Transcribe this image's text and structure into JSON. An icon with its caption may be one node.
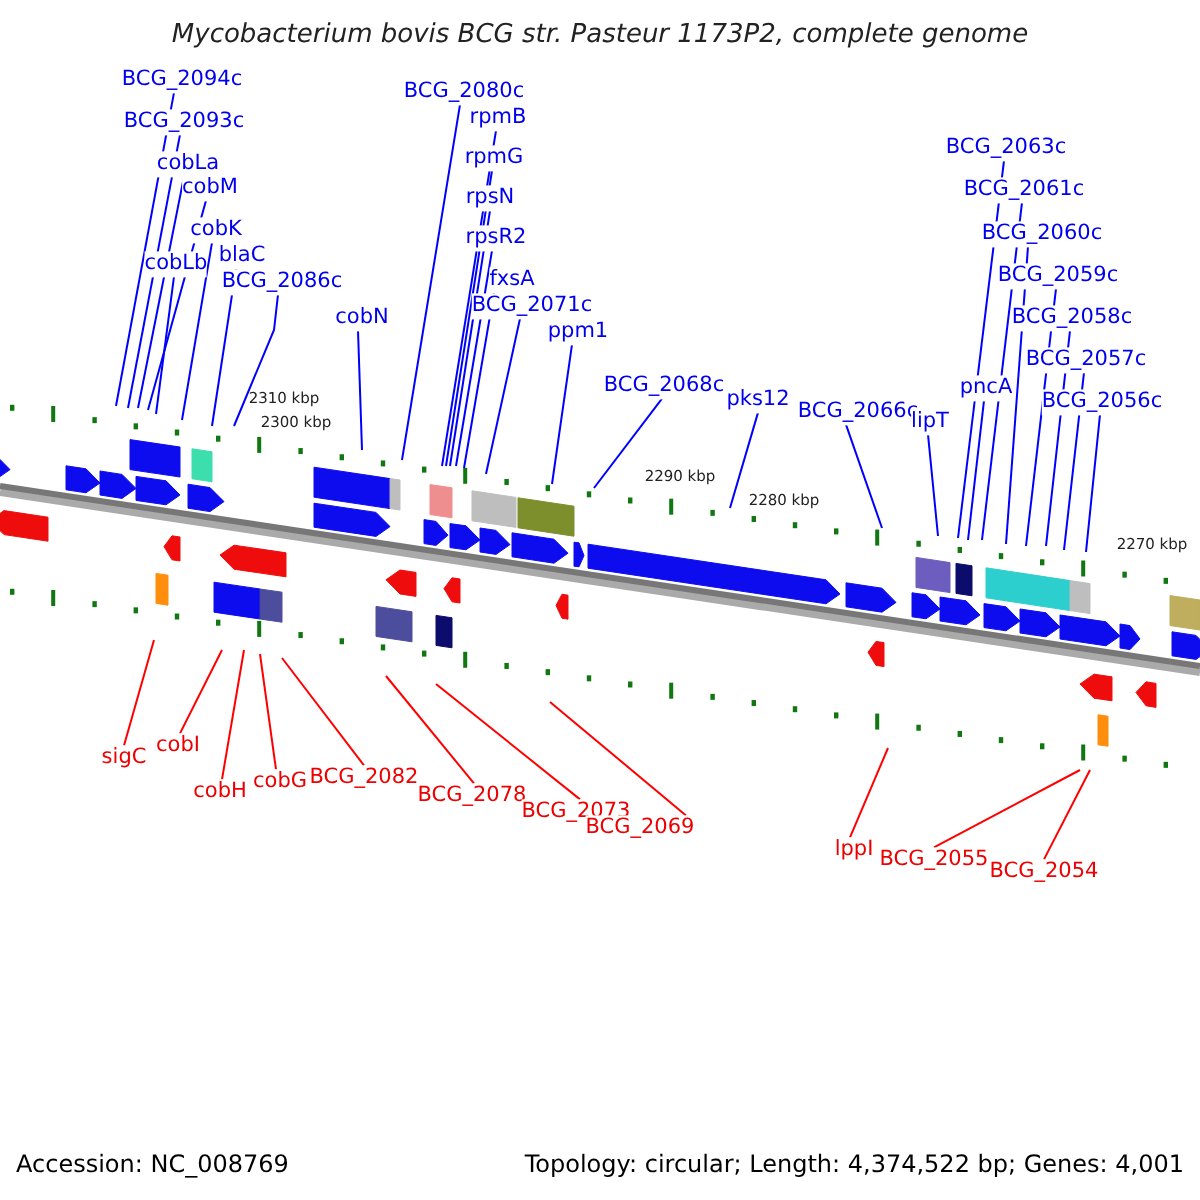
{
  "diagram": {
    "title": "Mycobacterium bovis BCG str. Pasteur 1173P2, complete genome",
    "nodes": [
      {
        "text": [
          "BCG_2094c"
        ]
      },
      {
        "text": [
          "BCG_2093c"
        ]
      },
      {
        "text": [
          "cobLa"
        ]
      },
      {
        "text": [
          "cobM"
        ]
      },
      {
        "text": [
          "cobK"
        ]
      },
      {
        "text": [
          "cobLb"
        ]
      },
      {
        "text": [
          "blaC"
        ]
      },
      {
        "text": [
          "BCG_2086c"
        ]
      },
      {
        "text": [
          "cobN"
        ]
      },
      {
        "text": [
          "BCG_2080c"
        ]
      },
      {
        "text": [
          "rpmB"
        ]
      },
      {
        "text": [
          "rpmG"
        ]
      },
      {
        "text": [
          "rpsN"
        ]
      },
      {
        "text": [
          "rpsR2"
        ]
      },
      {
        "text": [
          "fxsA"
        ]
      },
      {
        "text": [
          "BCG_2071c"
        ]
      },
      {
        "text": [
          "ppm1"
        ]
      },
      {
        "text": [
          "BCG_2068c"
        ]
      },
      {
        "text": [
          "pks12"
        ]
      },
      {
        "text": [
          "BCG_2066c"
        ]
      },
      {
        "text": [
          "lipT"
        ]
      },
      {
        "text": [
          "pncA"
        ]
      },
      {
        "text": [
          "BCG_2063c"
        ]
      },
      {
        "text": [
          "BCG_2061c"
        ]
      },
      {
        "text": [
          "BCG_2060c"
        ]
      },
      {
        "text": [
          "BCG_2059c"
        ]
      },
      {
        "text": [
          "BCG_2058c"
        ]
      },
      {
        "text": [
          "BCG_2057c"
        ]
      },
      {
        "text": [
          "BCG_2056c"
        ]
      },
      {
        "text": [
          "sigC"
        ]
      },
      {
        "text": [
          "cobI"
        ]
      },
      {
        "text": [
          "cobH"
        ]
      },
      {
        "text": [
          "cobG"
        ]
      },
      {
        "text": [
          "BCG_2082"
        ]
      },
      {
        "text": [
          "BCG_2078"
        ]
      },
      {
        "text": [
          "BCG_2073"
        ]
      },
      {
        "text": [
          "BCG_2069"
        ]
      },
      {
        "text": [
          "lppI"
        ]
      },
      {
        "text": [
          "BCG_2055"
        ]
      },
      {
        "text": [
          "BCG_2054"
        ]
      }
    ],
    "edges": [
      {
        "from": 0,
        "to": null,
        "arrow": "none"
      },
      {
        "from": 1,
        "to": null,
        "arrow": "none"
      },
      {
        "from": 2,
        "to": null,
        "arrow": "none"
      },
      {
        "from": 3,
        "to": null,
        "arrow": "none"
      },
      {
        "from": 4,
        "to": null,
        "arrow": "none"
      },
      {
        "from": 5,
        "to": null,
        "arrow": "none"
      },
      {
        "from": 6,
        "to": null,
        "arrow": "none"
      },
      {
        "from": 7,
        "to": null,
        "arrow": "none"
      },
      {
        "from": 8,
        "to": null,
        "arrow": "none"
      },
      {
        "from": 9,
        "to": null,
        "arrow": "none"
      },
      {
        "from": 10,
        "to": null,
        "arrow": "none"
      },
      {
        "from": 11,
        "to": null,
        "arrow": "none"
      },
      {
        "from": 12,
        "to": null,
        "arrow": "none"
      },
      {
        "from": 13,
        "to": null,
        "arrow": "none"
      },
      {
        "from": 14,
        "to": null,
        "arrow": "none"
      },
      {
        "from": 15,
        "to": null,
        "arrow": "none"
      },
      {
        "from": 16,
        "to": null,
        "arrow": "none"
      },
      {
        "from": 17,
        "to": null,
        "arrow": "none"
      },
      {
        "from": 18,
        "to": null,
        "arrow": "none"
      },
      {
        "from": 19,
        "to": null,
        "arrow": "none"
      },
      {
        "from": 20,
        "to": null,
        "arrow": "none"
      },
      {
        "from": 21,
        "to": null,
        "arrow": "none"
      },
      {
        "from": 22,
        "to": null,
        "arrow": "none"
      },
      {
        "from": 23,
        "to": null,
        "arrow": "none"
      },
      {
        "from": 24,
        "to": null,
        "arrow": "none"
      },
      {
        "from": 25,
        "to": null,
        "arrow": "none"
      },
      {
        "from": 26,
        "to": null,
        "arrow": "none"
      },
      {
        "from": 27,
        "to": null,
        "arrow": "none"
      },
      {
        "from": 28,
        "to": null,
        "arrow": "none"
      },
      {
        "from": 29,
        "to": null,
        "arrow": "none",
        "color": "#ff0000"
      },
      {
        "from": 30,
        "to": null,
        "arrow": "none",
        "color": "#ff0000"
      },
      {
        "from": 31,
        "to": null,
        "arrow": "none",
        "color": "#ff0000"
      },
      {
        "from": 32,
        "to": null,
        "arrow": "none",
        "color": "#ff0000"
      },
      {
        "from": 33,
        "to": null,
        "arrow": "none",
        "color": "#ff0000"
      },
      {
        "from": 34,
        "to": null,
        "arrow": "none",
        "color": "#ff0000"
      },
      {
        "from": 35,
        "to": null,
        "arrow": "none",
        "color": "#ff0000"
      },
      {
        "from": 36,
        "to": null,
        "arrow": "none",
        "color": "#ff0000"
      },
      {
        "from": 37,
        "to": null,
        "arrow": "none",
        "color": "#ff0000"
      },
      {
        "from": 38,
        "to": null,
        "arrow": "none",
        "color": "#ff0000"
      },
      {
        "from": 39,
        "to": null,
        "arrow": "none",
        "color": "#ff0000"
      }
    ],
    "labels": [
      "2310 kbp",
      "2300 kbp",
      "2290 kbp",
      "2280 kbp",
      "2270 kbp",
      "Accession: NC_008769",
      "Topology: circular; Length: 4,374,522 bp; Genes: 4,001"
    ]
  }
}
